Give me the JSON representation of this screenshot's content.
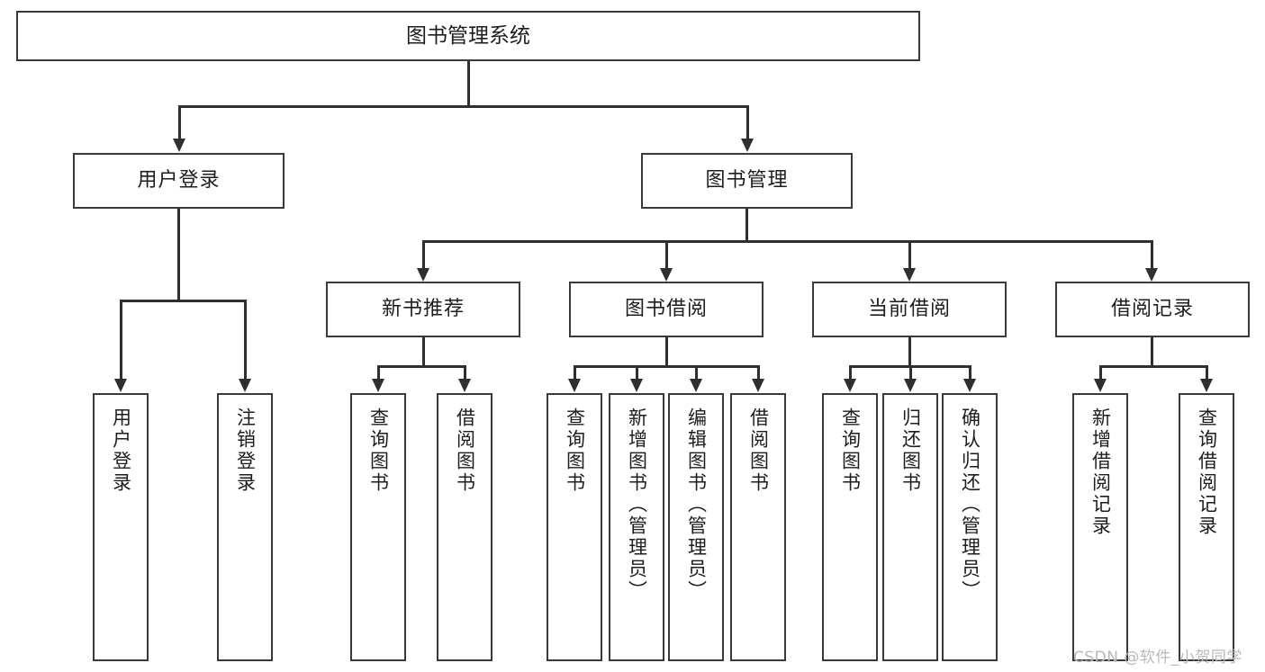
{
  "diagram": {
    "title": "图书管理系统",
    "type": "hierarchy-tree",
    "orientation": "top-down",
    "root": {
      "label": "图书管理系统"
    },
    "level2": [
      {
        "id": "user-login",
        "label": "用户登录"
      },
      {
        "id": "book-manage",
        "label": "图书管理"
      }
    ],
    "level3": [
      {
        "id": "new-book-recommend",
        "label": "新书推荐",
        "parent": "book-manage"
      },
      {
        "id": "book-borrow",
        "label": "图书借阅",
        "parent": "book-manage"
      },
      {
        "id": "current-borrow",
        "label": "当前借阅",
        "parent": "book-manage"
      },
      {
        "id": "borrow-record",
        "label": "借阅记录",
        "parent": "book-manage"
      }
    ],
    "leaves": [
      {
        "id": "leaf-user-login",
        "label": "用户登录",
        "parent": "user-login"
      },
      {
        "id": "leaf-logout",
        "label": "注销登录",
        "parent": "user-login"
      },
      {
        "id": "leaf-query-book-1",
        "label": "查询图书",
        "parent": "new-book-recommend"
      },
      {
        "id": "leaf-borrow-book-1",
        "label": "借阅图书",
        "parent": "new-book-recommend"
      },
      {
        "id": "leaf-query-book-2",
        "label": "查询图书",
        "parent": "book-borrow"
      },
      {
        "id": "leaf-add-book",
        "label": "新增图书（管理员）",
        "parent": "book-borrow"
      },
      {
        "id": "leaf-edit-book",
        "label": "编辑图书（管理员）",
        "parent": "book-borrow"
      },
      {
        "id": "leaf-borrow-book-2",
        "label": "借阅图书",
        "parent": "book-borrow"
      },
      {
        "id": "leaf-query-book-3",
        "label": "查询图书",
        "parent": "current-borrow"
      },
      {
        "id": "leaf-return-book",
        "label": "归还图书",
        "parent": "current-borrow"
      },
      {
        "id": "leaf-confirm-return",
        "label": "确认归还（管理员）",
        "parent": "current-borrow"
      },
      {
        "id": "leaf-add-record",
        "label": "新增借阅记录",
        "parent": "borrow-record"
      },
      {
        "id": "leaf-query-record",
        "label": "查询借阅记录",
        "parent": "borrow-record"
      }
    ],
    "watermark": "CSDN @软件_小贺同学",
    "colors": {
      "border": "#3a3a3a",
      "line": "#2f2f2f",
      "background": "#ffffff",
      "text": "#1d1d1d",
      "watermark": "#b9b9b9"
    }
  }
}
